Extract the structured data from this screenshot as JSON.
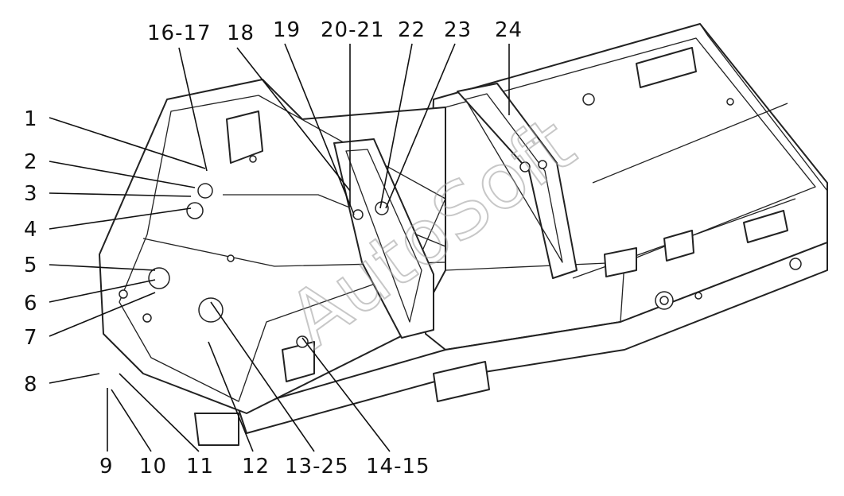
{
  "watermark": "AutoSoft",
  "callouts": [
    {
      "id": "c1",
      "label": "1"
    },
    {
      "id": "c2",
      "label": "2"
    },
    {
      "id": "c3",
      "label": "3"
    },
    {
      "id": "c4",
      "label": "4"
    },
    {
      "id": "c5",
      "label": "5"
    },
    {
      "id": "c6",
      "label": "6"
    },
    {
      "id": "c7",
      "label": "7"
    },
    {
      "id": "c8",
      "label": "8"
    },
    {
      "id": "c9",
      "label": "9"
    },
    {
      "id": "c10",
      "label": "10"
    },
    {
      "id": "c11",
      "label": "11"
    },
    {
      "id": "c12",
      "label": "12"
    },
    {
      "id": "c13",
      "label": "13-25"
    },
    {
      "id": "c14",
      "label": "14-15"
    },
    {
      "id": "c16",
      "label": "16-17"
    },
    {
      "id": "c18",
      "label": "18"
    },
    {
      "id": "c19",
      "label": "19"
    },
    {
      "id": "c20",
      "label": "20-21"
    },
    {
      "id": "c22",
      "label": "22"
    },
    {
      "id": "c23",
      "label": "23"
    },
    {
      "id": "c24",
      "label": "24"
    }
  ]
}
